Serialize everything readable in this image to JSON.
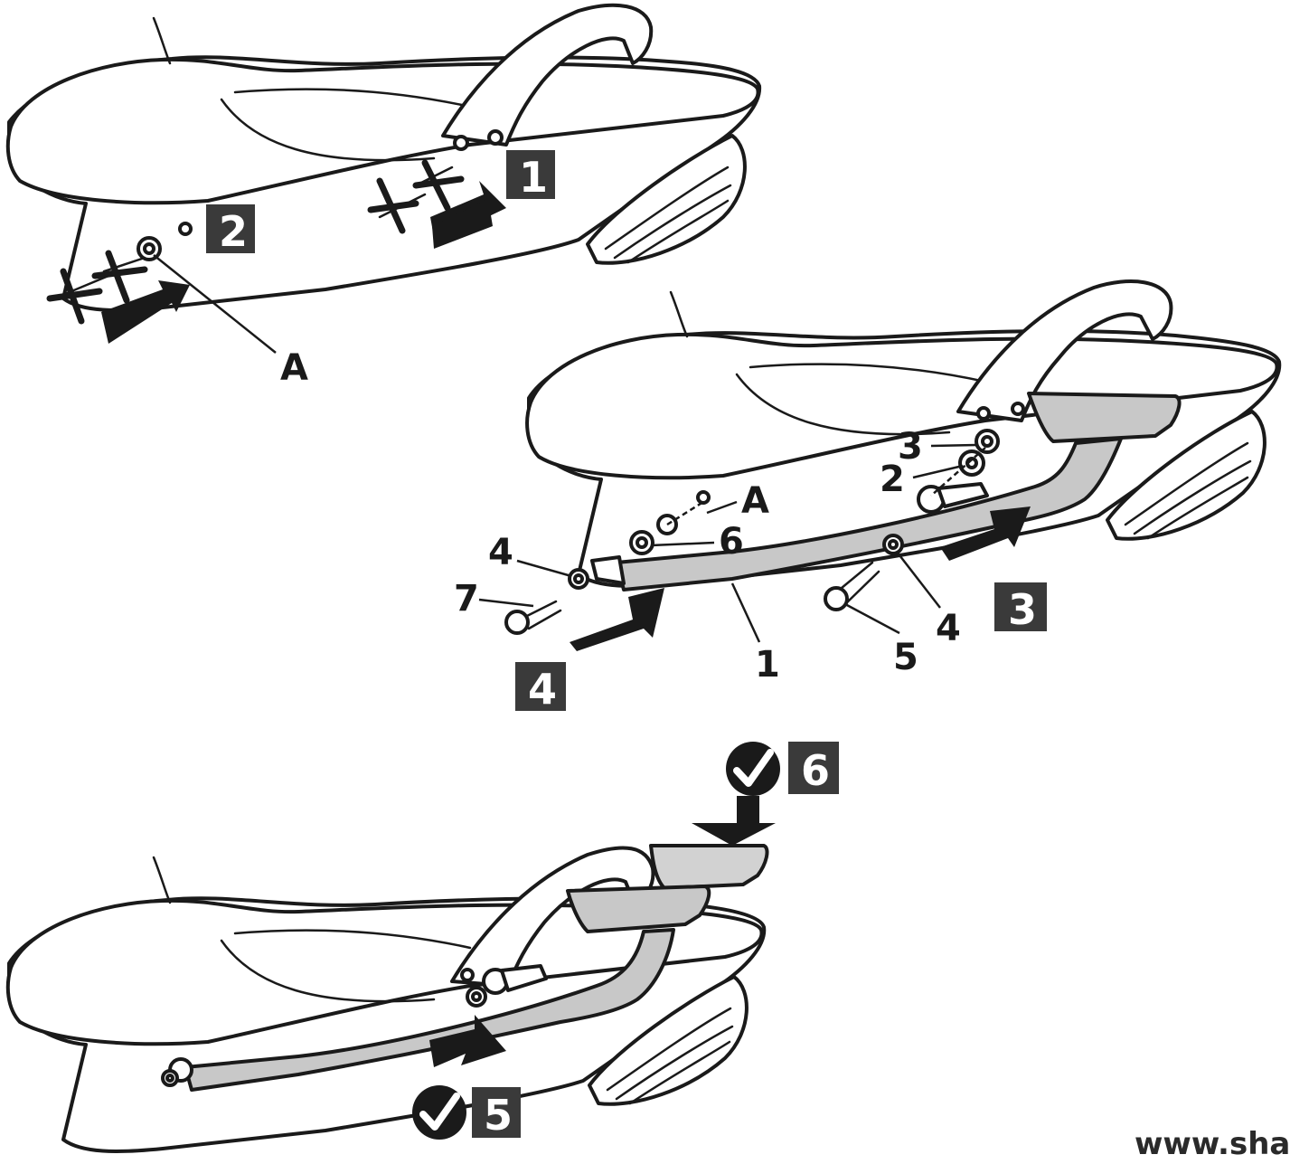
{
  "diagram": {
    "steps": [
      "1",
      "2",
      "3",
      "4",
      "5",
      "6"
    ],
    "part_labels": {
      "a_top": "A",
      "a_mid": "A",
      "p1": "1",
      "p2": "2",
      "p3": "3",
      "p4_left": "4",
      "p4_right": "4",
      "p5": "5",
      "p6": "6",
      "p7": "7"
    },
    "check_icon": "check-circle-icon",
    "website": "www.shad."
  }
}
